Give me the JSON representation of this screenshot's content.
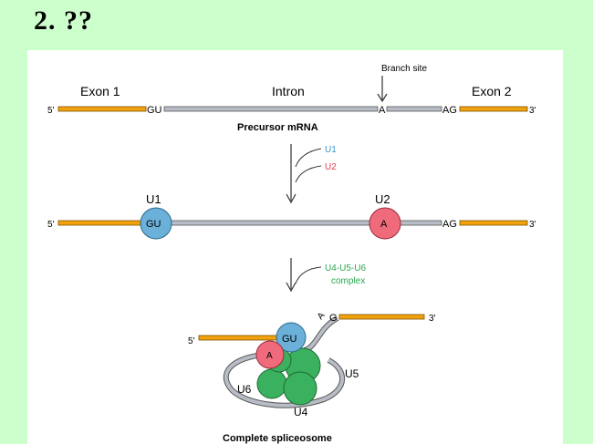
{
  "slide": {
    "title": "2. ??"
  },
  "diagram": {
    "branch_site": "Branch site",
    "exon1": "Exon 1",
    "intron": "Intron",
    "exon2": "Exon 2",
    "five_prime": "5'",
    "three_prime": "3'",
    "gu": "GU",
    "a": "A",
    "ag": "AG",
    "precursor": "Precursor mRNA",
    "u1": "U1",
    "u2": "U2",
    "complex_line1": "U4-U5-U6",
    "complex_line2": "complex",
    "u4": "U4",
    "u5": "U5",
    "u6": "U6",
    "g": "G",
    "complete": "Complete spliceosome"
  },
  "colors": {
    "background": "#ccffcc",
    "exon": "#f2a20c",
    "intron": "#b8bcc6",
    "u1": "#6ab0d8",
    "u2": "#ef6b7c",
    "green": "#3ab15e",
    "u1_text": "#3b95c9",
    "u2_text": "#e8394e",
    "complex_text": "#2aa84f"
  }
}
